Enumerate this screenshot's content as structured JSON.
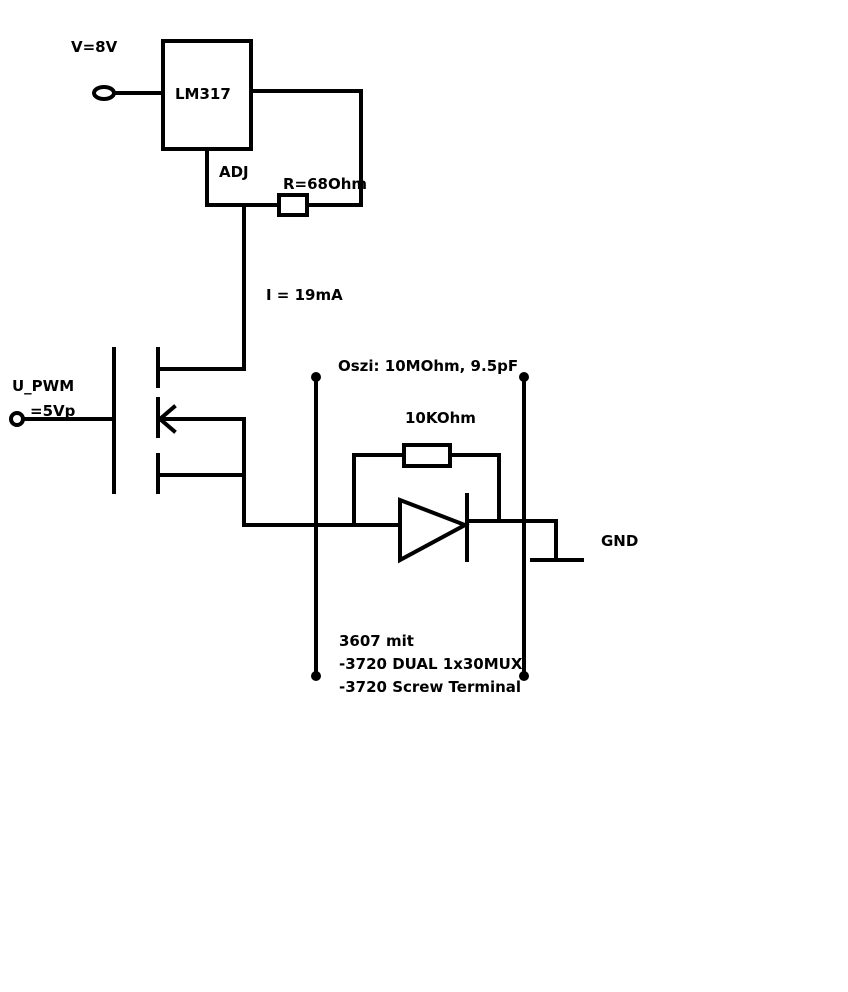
{
  "labels": {
    "supply": "V=8V",
    "regulator": "LM317",
    "adj": "ADJ",
    "resistor_set": "R=68Ohm",
    "current": "I = 19mA",
    "pwm_name": "U_PWM",
    "pwm_level": "=5Vp",
    "scope": "Oszi: 10MOhm, 9.5pF",
    "resistor_parallel": "10KOhm",
    "ground": "GND",
    "hw_line1": "3607 mit",
    "hw_line2": "-3720 DUAL 1x30MUX",
    "hw_line3": "-3720 Screw Terminal"
  },
  "colors": {
    "ink": "#000000",
    "background": "#ffffff"
  }
}
